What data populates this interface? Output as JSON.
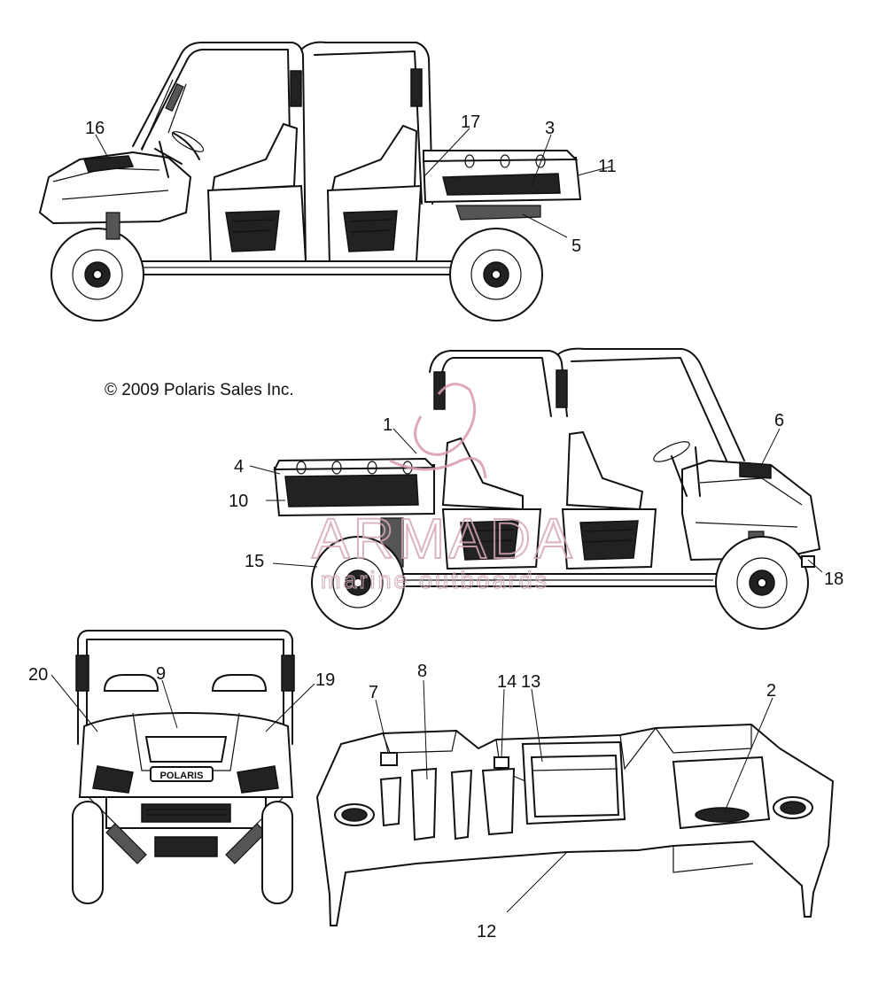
{
  "copyright": "© 2009 Polaris Sales Inc.",
  "watermark": {
    "brand": "ARMADA",
    "sub": "marine outboards",
    "color": "#d99ab1"
  },
  "badge_text": "POLARIS",
  "callouts": [
    {
      "id": "c16",
      "label": "16"
    },
    {
      "id": "c17",
      "label": "17"
    },
    {
      "id": "c3",
      "label": "3"
    },
    {
      "id": "c11",
      "label": "11"
    },
    {
      "id": "c5",
      "label": "5"
    },
    {
      "id": "c1",
      "label": "1"
    },
    {
      "id": "c6",
      "label": "6"
    },
    {
      "id": "c4",
      "label": "4"
    },
    {
      "id": "c10",
      "label": "10"
    },
    {
      "id": "c15",
      "label": "15"
    },
    {
      "id": "c18",
      "label": "18"
    },
    {
      "id": "c9",
      "label": "9"
    },
    {
      "id": "c20",
      "label": "20"
    },
    {
      "id": "c19",
      "label": "19"
    },
    {
      "id": "c8",
      "label": "8"
    },
    {
      "id": "c7",
      "label": "7"
    },
    {
      "id": "c14",
      "label": "14"
    },
    {
      "id": "c13",
      "label": "13"
    },
    {
      "id": "c2",
      "label": "2"
    },
    {
      "id": "c12",
      "label": "12"
    }
  ]
}
